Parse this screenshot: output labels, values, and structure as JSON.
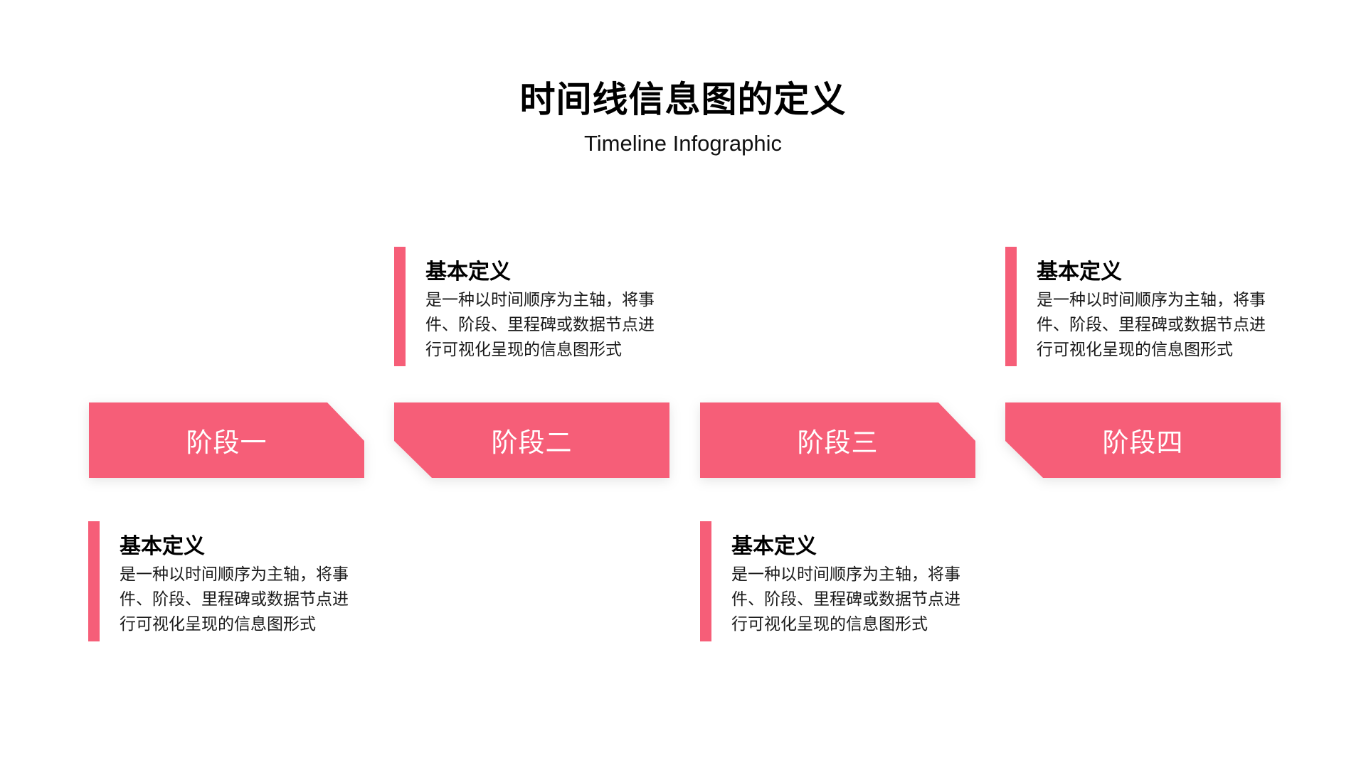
{
  "header": {
    "title": "时间线信息图的定义",
    "subtitle": "Timeline Infographic"
  },
  "colors": {
    "accent": "#F65E78",
    "text": "#000000",
    "background": "#FFFFFF"
  },
  "stages": [
    {
      "label": "阶段一"
    },
    {
      "label": "阶段二"
    },
    {
      "label": "阶段三"
    },
    {
      "label": "阶段四"
    }
  ],
  "info_blocks": [
    {
      "position": "below-stage-1",
      "heading": "基本定义",
      "lines": [
        "是一种以时间顺序为主轴，将事",
        "件、阶段、里程碑或数据节点进",
        "行可视化呈现的信息图形式"
      ]
    },
    {
      "position": "above-stage-2",
      "heading": "基本定义",
      "lines": [
        "是一种以时间顺序为主轴，将事",
        "件、阶段、里程碑或数据节点进",
        "行可视化呈现的信息图形式"
      ]
    },
    {
      "position": "below-stage-3",
      "heading": "基本定义",
      "lines": [
        "是一种以时间顺序为主轴，将事",
        "件、阶段、里程碑或数据节点进",
        "行可视化呈现的信息图形式"
      ]
    },
    {
      "position": "above-stage-4",
      "heading": "基本定义",
      "lines": [
        "是一种以时间顺序为主轴，将事",
        "件、阶段、里程碑或数据节点进",
        "行可视化呈现的信息图形式"
      ]
    }
  ]
}
